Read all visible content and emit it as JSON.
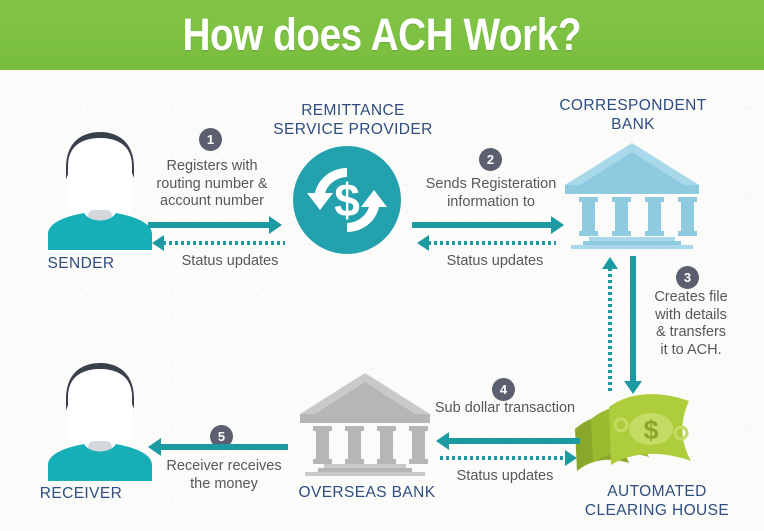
{
  "header": {
    "title": "How does ACH Work?"
  },
  "colors": {
    "header_green": "#79bd3f",
    "teal": "#16afb8",
    "arrow_teal": "#1b9aa1",
    "label_navy": "#2f4d80",
    "body_gray": "#58585a",
    "badge_gray": "#5b5f70",
    "bank_blue": "#8fcbe0",
    "bank_gray": "#b6b6b6",
    "money_green": "#a6c437",
    "background": "#fbfbf9"
  },
  "nodes": {
    "sender": {
      "label": "SENDER",
      "icon": "person-icon"
    },
    "rsp": {
      "label_line1": "REMITTANCE",
      "label_line2": "SERVICE PROVIDER",
      "icon": "money-transfer-circle-icon"
    },
    "correspondent_bank": {
      "label_line1": "CORRESPONDENT",
      "label_line2": "BANK",
      "icon": "bank-icon"
    },
    "ach": {
      "label_line1": "AUTOMATED",
      "label_line2": "CLEARING HOUSE",
      "icon": "banknotes-icon"
    },
    "overseas_bank": {
      "label": "OVERSEAS BANK",
      "icon": "bank-icon"
    },
    "receiver": {
      "label": "RECEIVER",
      "icon": "person-icon"
    }
  },
  "steps": [
    {
      "number": "1",
      "text_line1": "Registers with",
      "text_line2": "routing number &",
      "text_line3": "account number",
      "return_label": "Status updates",
      "from": "SENDER",
      "to": "REMITTANCE SERVICE PROVIDER"
    },
    {
      "number": "2",
      "text_line1": "Sends Registeration",
      "text_line2": "information to",
      "return_label": "Status updates",
      "from": "REMITTANCE SERVICE PROVIDER",
      "to": "CORRESPONDENT BANK"
    },
    {
      "number": "3",
      "text_line1": "Creates file",
      "text_line2": "with details",
      "text_line3": "& transfers",
      "text_line4": "it to ACH.",
      "from": "CORRESPONDENT BANK",
      "to": "AUTOMATED CLEARING HOUSE"
    },
    {
      "number": "4",
      "text_line1": "Sub dollar transaction",
      "return_label": "Status updates",
      "from": "AUTOMATED CLEARING HOUSE",
      "to": "OVERSEAS BANK"
    },
    {
      "number": "5",
      "text_line1": "Receiver receives",
      "text_line2": "the money",
      "from": "OVERSEAS BANK",
      "to": "RECEIVER"
    }
  ]
}
